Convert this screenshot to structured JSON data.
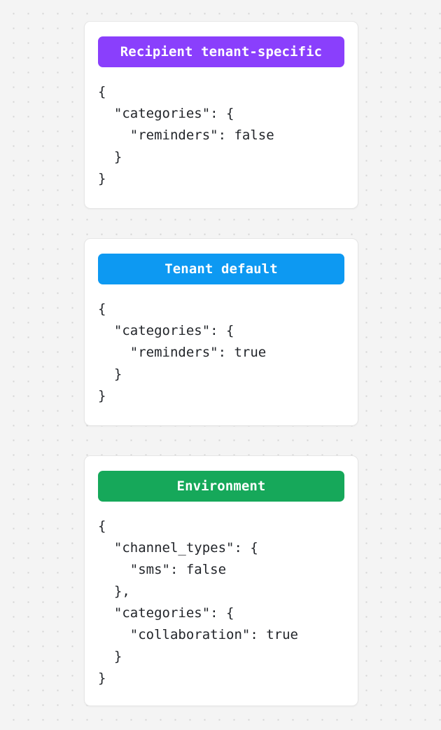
{
  "background": {
    "color": "#f4f4f4",
    "dot_color": "#d3d3d3",
    "pattern": "dot-grid"
  },
  "cards": [
    {
      "badge_label": "Recipient tenant-specific",
      "badge_color": "#8a3ffc",
      "code": "{\n  \"categories\": {\n    \"reminders\": false\n  }\n}"
    },
    {
      "badge_label": "Tenant default",
      "badge_color": "#0d99f2",
      "code": "{\n  \"categories\": {\n    \"reminders\": true\n  }\n}"
    },
    {
      "badge_label": "Environment",
      "badge_color": "#16a85a",
      "code": "{\n  \"channel_types\": {\n    \"sms\": false\n  },\n  \"categories\": {\n    \"collaboration\": true\n  }\n}"
    }
  ]
}
